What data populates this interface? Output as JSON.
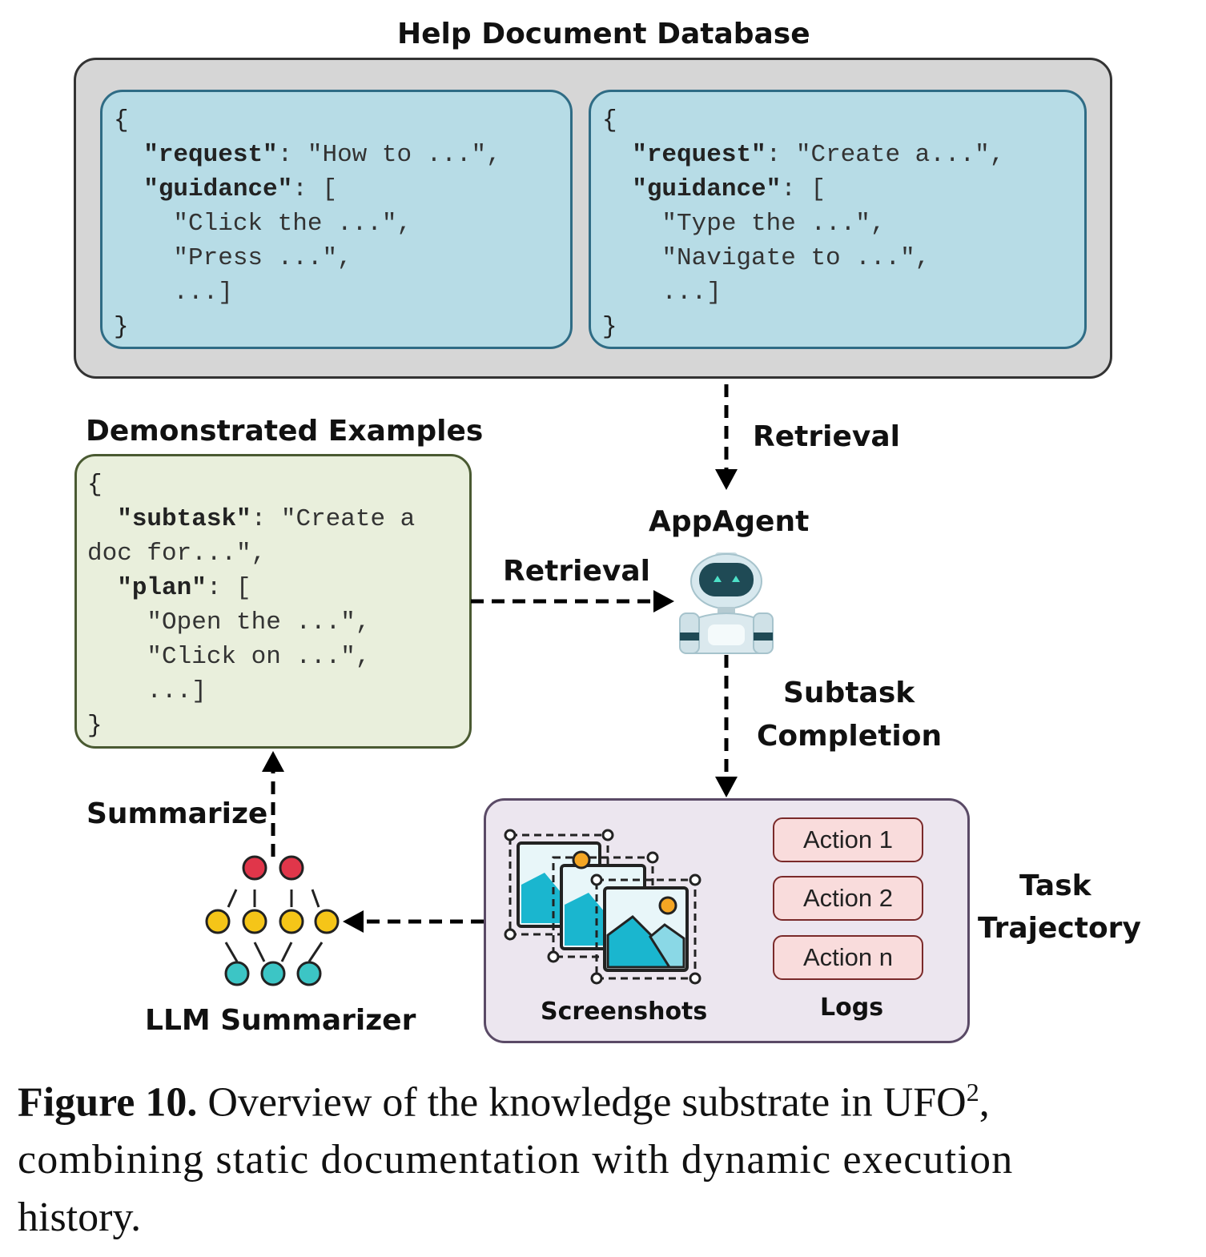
{
  "titles": {
    "db": "Help Document Database",
    "demo": "Demonstrated Examples",
    "agent": "AppAgent",
    "summarizer": "LLM Summarizer",
    "trajectory_line1": "Task",
    "trajectory_line2": "Trajectory"
  },
  "edges": {
    "retrieval_db": "Retrieval",
    "retrieval_demo": "Retrieval",
    "completion_line1": "Subtask",
    "completion_line2": "Completion",
    "summarize": "Summarize"
  },
  "doc1": {
    "open": "{",
    "k1": "\"request\"",
    "v1": ": \"How to ...\",",
    "k2": "\"guidance\"",
    "v2": ": [",
    "g1": "\"Click the ...\",",
    "g2": "\"Press ...\",",
    "g3": "...]",
    "close": "}"
  },
  "doc2": {
    "open": "{",
    "k1": "\"request\"",
    "v1": ": \"Create a...\",",
    "k2": "\"guidance\"",
    "v2": ": [",
    "g1": "\"Type the ...\",",
    "g2": "\"Navigate to ...\",",
    "g3": "...]",
    "close": "}"
  },
  "demo": {
    "open": "{",
    "k1": "\"subtask\"",
    "v1a": ": \"Create a",
    "v1b": "doc for...\",",
    "k2": "\"plan\"",
    "v2": ": [",
    "p1": "\"Open the ...\",",
    "p2": "\"Click on ...\",",
    "p3": "...]",
    "close": "}"
  },
  "trajectory": {
    "actions": [
      "Action 1",
      "Action 2",
      "Action n"
    ],
    "screenshots_label": "Screenshots",
    "logs_label": "Logs"
  },
  "caption": {
    "prefix": "Figure 10.",
    "line1": " Overview of the knowledge substrate in UFO",
    "sup": "2",
    "line1_end": ",",
    "line2": "combining static documentation with dynamic execution",
    "line3": "history."
  },
  "colors": {
    "db_fill": "#d6d6d6",
    "doc_fill": "#b7dce6",
    "demo_fill": "#e9efdc",
    "traj_fill": "#ece6ef",
    "action_fill": "#f9dcdc",
    "node_red": "#e0364a",
    "node_yellow": "#f5c518",
    "node_teal": "#3cc5c5"
  },
  "icons": [
    "robot-icon",
    "screenshot-stack-icon",
    "llm-network-icon"
  ]
}
